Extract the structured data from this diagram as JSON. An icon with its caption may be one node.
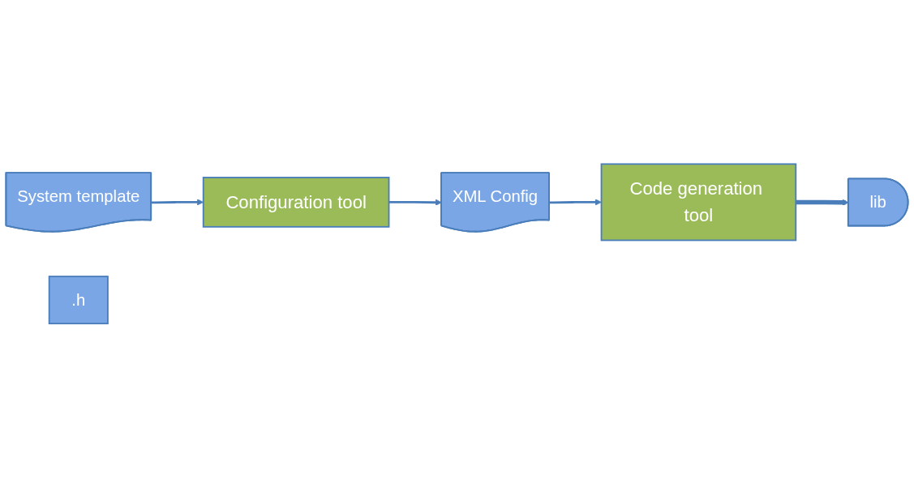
{
  "diagram": {
    "nodes": [
      {
        "text": [
          "System template"
        ]
      },
      {
        "text": [
          "Configuration tool"
        ]
      },
      {
        "text": [
          "XML Config"
        ]
      },
      {
        "text": [
          "Code generation tool"
        ]
      },
      {
        "text": [
          ".h"
        ]
      },
      {
        "text": [
          "lib"
        ]
      }
    ],
    "edges": [
      {
        "from": 0,
        "to": 1,
        "arrow": "to"
      },
      {
        "from": 1,
        "to": 2,
        "arrow": "to"
      },
      {
        "from": 2,
        "to": 3,
        "arrow": "to"
      },
      {
        "from": 3,
        "to": 5,
        "arrow": "to",
        "style": "thick"
      }
    ]
  }
}
